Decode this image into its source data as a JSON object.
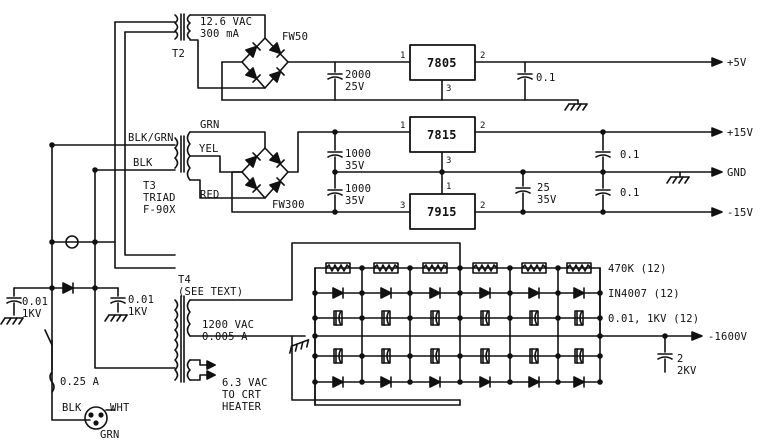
{
  "transformers": {
    "t2": {
      "name": "T2",
      "rating_line1": "12.6 VAC",
      "rating_line2": "300 mA"
    },
    "t3": {
      "name": "T3",
      "maker": "TRIAD",
      "model": "F-90X",
      "tap_top": "GRN",
      "tap_mid": "YEL",
      "tap_bot": "RED",
      "pri_top": "BLK/GRN",
      "pri_bot": "BLK"
    },
    "t4": {
      "name": "T4",
      "note": "(SEE TEXT)",
      "hv_line1": "1200 VAC",
      "hv_line2": "0.005 A",
      "heater_line1": "6.3 VAC",
      "heater_line2": "TO CRT",
      "heater_line3": "HEATER"
    }
  },
  "bridges": {
    "b1": "FW50",
    "b2": "FW300"
  },
  "regulators": {
    "r1": {
      "name": "7805",
      "pin_in": "1",
      "pin_out": "2",
      "pin_gnd": "3"
    },
    "r2": {
      "name": "7815",
      "pin_in": "1",
      "pin_out": "2",
      "pin_gnd": "3"
    },
    "r3": {
      "name": "7915",
      "pin_in": "3",
      "pin_out": "2",
      "pin_gnd": "1"
    }
  },
  "capacitors": {
    "c1_val": "2000",
    "c1_v": "25V",
    "c2_val": "1000",
    "c2_v": "35V",
    "c3_val": "1000",
    "c3_v": "35V",
    "c4": "0.1",
    "c5": "0.1",
    "c6": "0.1",
    "c7_val": "25",
    "c7_v": "35V",
    "line_c_val": "0.01",
    "line_c_v": "1KV",
    "line_c2_val": "0.01",
    "line_c2_v": "1KV",
    "hv_c_val": "2",
    "hv_c_v": "2KV"
  },
  "outputs": {
    "p5": "+5V",
    "p15": "+15V",
    "gnd": "GND",
    "n15": "-15V",
    "hv": "-1600V"
  },
  "multiplier": {
    "resistors": "470K (12)",
    "diodes": "IN4007 (12)",
    "caps": "0.01, 1KV (12)"
  },
  "mains": {
    "fuse": "0.25 A",
    "blk": "BLK",
    "wht": "WHT",
    "grn": "GRN"
  }
}
